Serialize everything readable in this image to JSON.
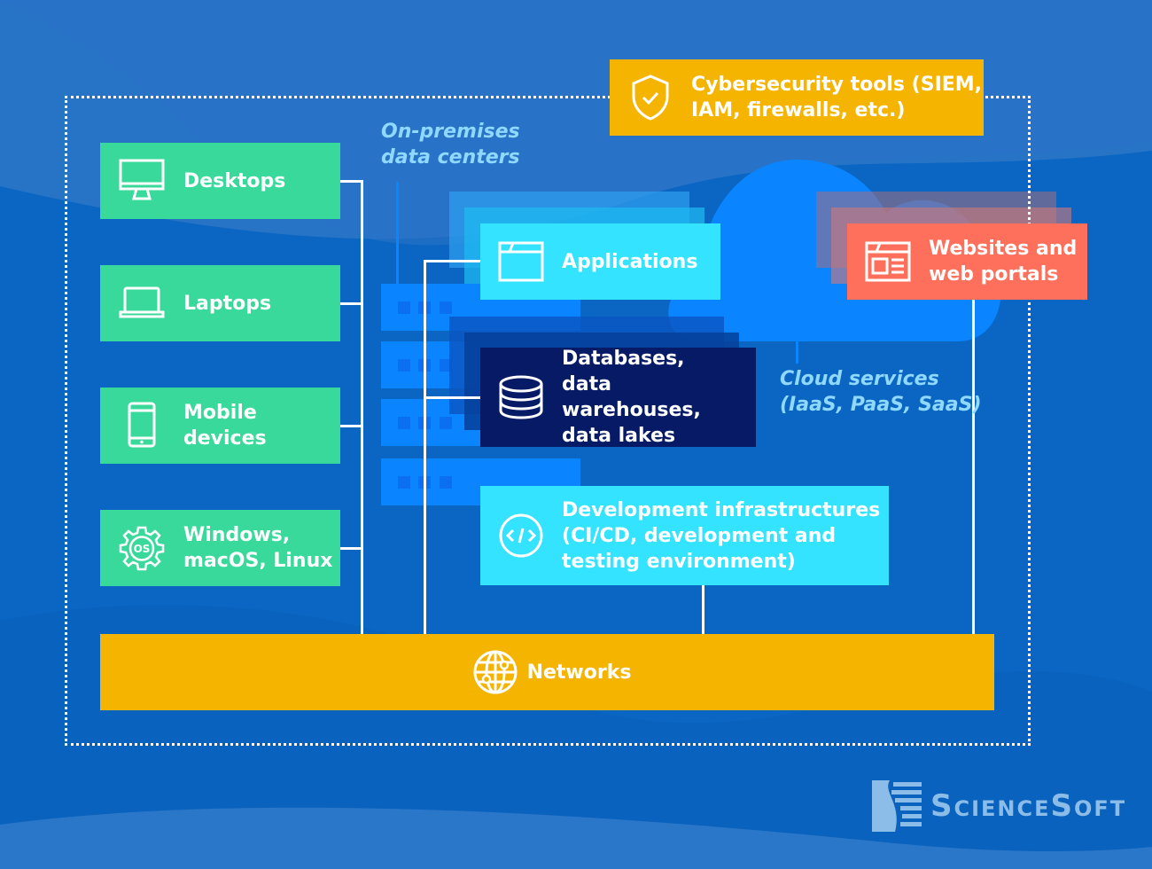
{
  "colors": {
    "background": "#0a66c2",
    "endpoint_green": "#38d99a",
    "app_cyan": "#33e3ff",
    "database_navy": "#061a66",
    "security_yellow": "#f5b400",
    "website_coral": "#ff705c",
    "caption_blue": "#8fd8ff"
  },
  "security": {
    "icon": "shield-check-icon",
    "label": "Cybersecurity tools (SIEM,\nIAM, firewalls, etc.)"
  },
  "endpoints": [
    {
      "icon": "desktop-icon",
      "label": "Desktops"
    },
    {
      "icon": "laptop-icon",
      "label": "Laptops"
    },
    {
      "icon": "mobile-icon",
      "label": "Mobile\ndevices"
    },
    {
      "icon": "os-gear-icon",
      "label": "Windows,\nmacOS, Linux"
    }
  ],
  "captions": {
    "on_premises": "On-premises\ndata centers",
    "cloud": "Cloud services\n(IaaS, PaaS, SaaS)"
  },
  "resources": {
    "applications": {
      "icon": "app-window-icon",
      "label": "Applications"
    },
    "databases": {
      "icon": "database-icon",
      "label": "Databases,\ndata warehouses,\ndata lakes"
    },
    "devinfra": {
      "icon": "code-icon",
      "label": "Development infrastructures\n(CI/CD, development and\ntesting environment)"
    },
    "websites": {
      "icon": "web-page-icon",
      "label": "Websites and\nweb portals"
    }
  },
  "networks": {
    "icon": "globe-network-icon",
    "label": "Networks"
  },
  "brand": {
    "name": "ScienceSoft"
  }
}
